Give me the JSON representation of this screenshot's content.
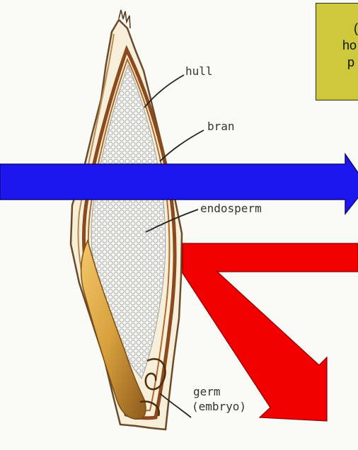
{
  "diagram": {
    "labels": {
      "hull": "hull",
      "bran": "bran",
      "endosperm": "endosperm",
      "germ": "germ",
      "embryo": "(embryo)"
    },
    "note_box": {
      "line1": "(",
      "line2": "ho",
      "line3": "p"
    },
    "colors": {
      "note_fill": "#cdc93b",
      "blue_arrow": "#1e16ee",
      "red_arrow": "#f20000",
      "bran_brown": "#8b4a1d",
      "germ_gold": "#d5a13a",
      "hull_cream": "#f7efd9"
    }
  }
}
